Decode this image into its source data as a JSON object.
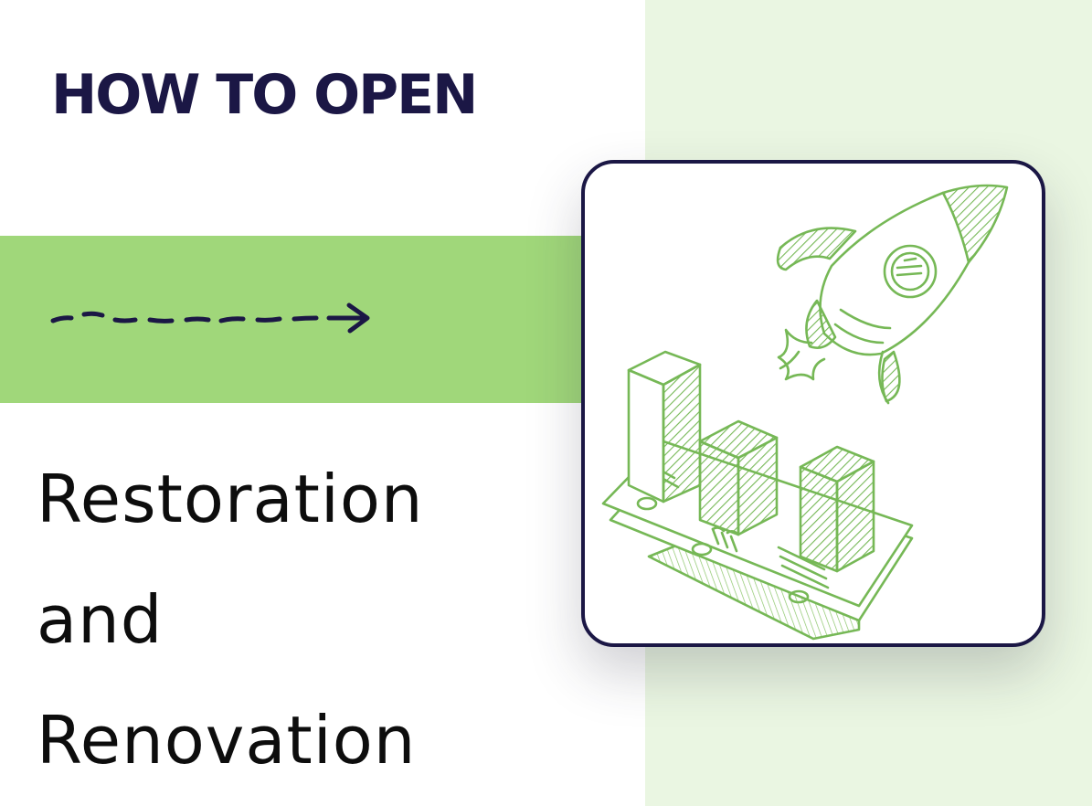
{
  "eyebrow": "HOW TO OPEN",
  "headline": {
    "line1": "Restoration",
    "line2": "and",
    "line3": "Renovation"
  },
  "colors": {
    "navy": "#1b1745",
    "band_green": "#a0d77a",
    "panel_green": "#eaf6e2",
    "sketch_green": "#76b856"
  },
  "icons": {
    "arrow": "dashed-arrow-right-icon",
    "illustration": "rocket-and-growth-chart-illustration"
  }
}
